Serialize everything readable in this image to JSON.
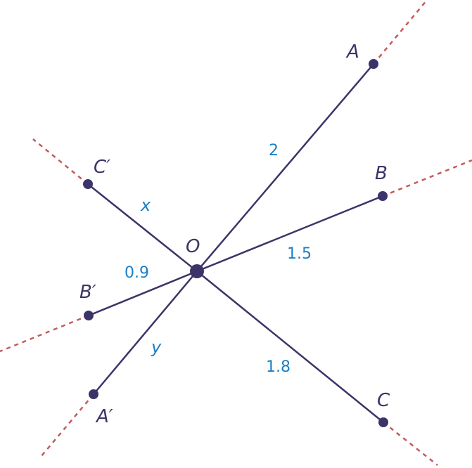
{
  "colors": {
    "line": "#3c3468",
    "dashed": "#c55a5a",
    "length": "#1b7fc4"
  },
  "points": {
    "O": "O",
    "A": "A",
    "B": "B",
    "C": "C",
    "A_prime": "A′",
    "B_prime": "B′",
    "C_prime": "C′"
  },
  "lengths": {
    "OA": "2",
    "OB": "1.5",
    "OC": "1.8",
    "OB_prime": "0.9",
    "OC_prime": "x",
    "OA_prime": "y"
  }
}
